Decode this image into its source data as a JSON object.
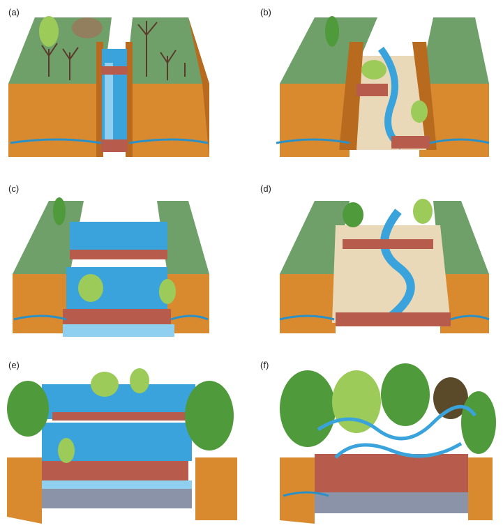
{
  "panels": [
    {
      "label": "(a)"
    },
    {
      "label": "(b)"
    },
    {
      "label": "(c)"
    },
    {
      "label": "(d)"
    },
    {
      "label": "(e)"
    },
    {
      "label": "(f)"
    }
  ],
  "colors": {
    "grass": "#6fa06a",
    "soil": "#d98a2f",
    "soil_dark": "#b86a1f",
    "water": "#3aa3dc",
    "water_light": "#8fd0f0",
    "sediment": "#ead9b8",
    "log_red": "#b75b4c",
    "gravel": "#8a93a8",
    "tree": "#4f9a3a",
    "tree_light": "#9ccb5a"
  }
}
